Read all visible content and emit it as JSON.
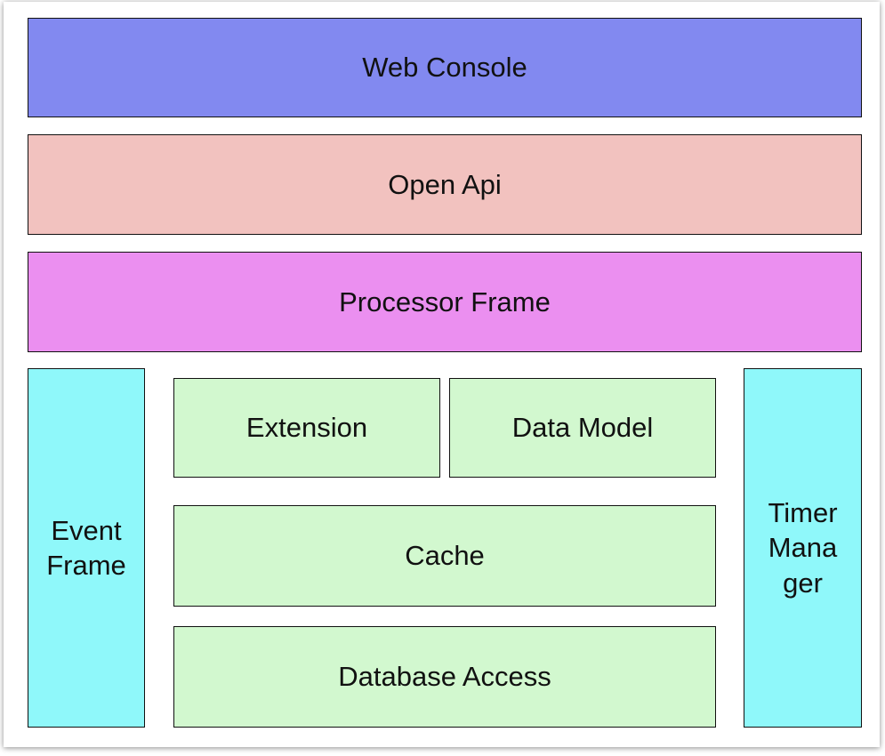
{
  "layers": {
    "web_console": {
      "label": "Web Console",
      "color": "#8289f0"
    },
    "open_api": {
      "label": "Open Api",
      "color": "#f2c2bf"
    },
    "processor_frame": {
      "label": "Processor Frame",
      "color": "#eb8ff0"
    }
  },
  "side": {
    "event_frame": {
      "label": "Event\nFrame",
      "color": "#8ff8fa"
    },
    "timer_manager": {
      "label": "Timer\nMana\nger",
      "color": "#8ff8fa"
    }
  },
  "core": {
    "extension": {
      "label": "Extension",
      "color": "#d2f8cf"
    },
    "data_model": {
      "label": "Data Model",
      "color": "#d2f8cf"
    },
    "cache": {
      "label": "Cache",
      "color": "#d2f8cf"
    },
    "database_access": {
      "label": "Database Access",
      "color": "#d2f8cf"
    }
  }
}
